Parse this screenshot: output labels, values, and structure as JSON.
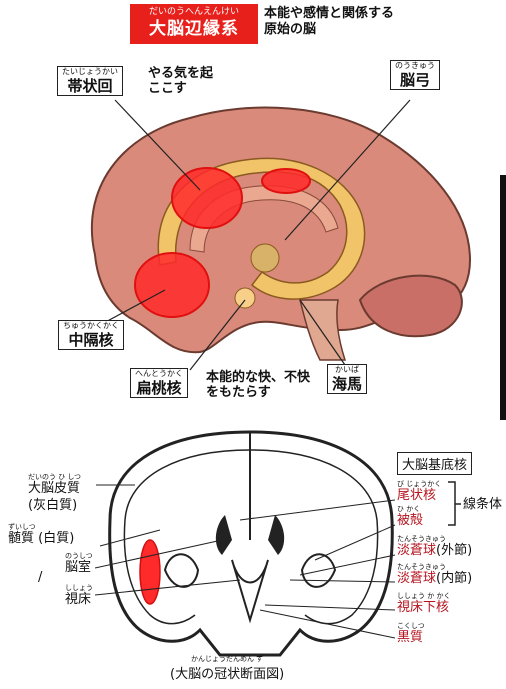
{
  "title": {
    "ruby": "だいのうへんえんけい",
    "main": "大脳辺縁系",
    "desc": "本能や感情と関係する原始の脳"
  },
  "upper_labels": {
    "cingulate": {
      "ruby": "たいじょうかい",
      "text": "帯状回",
      "note": "やる気を起ここす"
    },
    "fornix": {
      "ruby": "のうきゅう",
      "text": "脳弓"
    },
    "septal": {
      "ruby": "ちゅうかくかく",
      "text": "中隔核"
    },
    "amygdala": {
      "ruby": "へんとうかく",
      "text": "扁桃核",
      "note": "本能的な快、不快をもたらす"
    },
    "hippocampus": {
      "ruby": "かいば",
      "text": "海馬"
    }
  },
  "section": {
    "basal_title": "大脳基底核",
    "left": [
      {
        "ruby": "だいのう ひ しつ",
        "text": "大脳皮質"
      },
      {
        "ruby": "",
        "text": "(灰白質)"
      },
      {
        "ruby": "ずいしつ",
        "text": "髄質 (白質)"
      },
      {
        "ruby": "のうしつ",
        "text": "脳室"
      },
      {
        "ruby": "ししょう",
        "text": "視床"
      }
    ],
    "right": [
      {
        "ruby": "び じょうかく",
        "text": "尾状核",
        "red": true
      },
      {
        "ruby": "ひ かく",
        "text": "被殻",
        "red": true
      },
      {
        "ruby": "たんそうきゅう",
        "text": "淡蒼球",
        "suffix": "(外節)",
        "red": true
      },
      {
        "ruby": "たんそうきゅう",
        "text": "淡蒼球",
        "suffix": "(内節)",
        "red": true
      },
      {
        "ruby": "ししょう か かく",
        "text": "視床下核",
        "red": true
      },
      {
        "ruby": "こくしつ",
        "text": "黒質",
        "red": true
      }
    ],
    "striatum": "線条体",
    "caption_ruby": "かんじょうだんめん ず",
    "caption": "(大脳の冠状断面図)",
    "stray_mark": "/"
  },
  "colors": {
    "accent": "#e8201c",
    "brain": "#d98a7a",
    "limbic": "#f2c46a",
    "highlight": "#ff2a2a"
  }
}
